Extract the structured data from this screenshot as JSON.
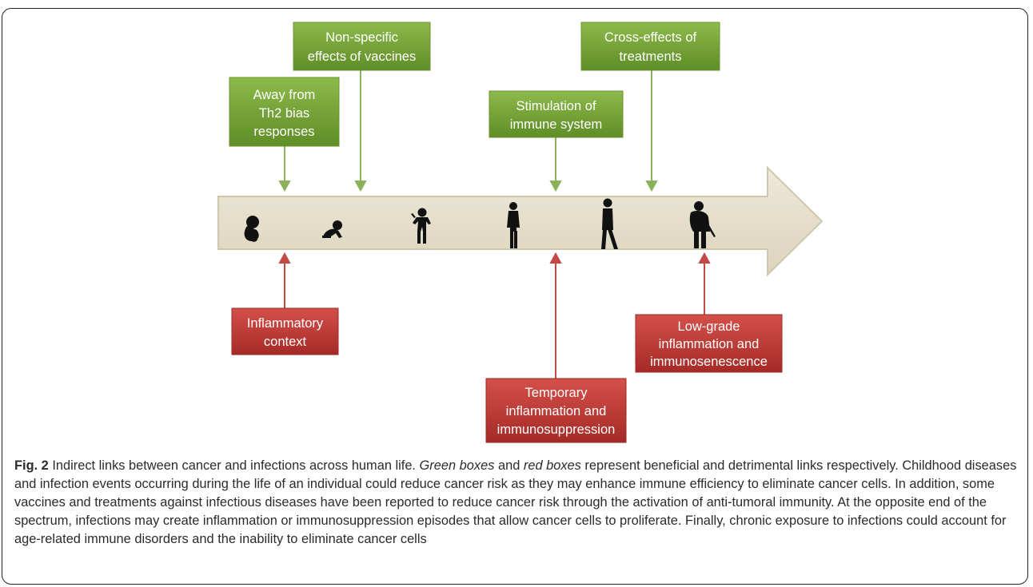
{
  "diagram": {
    "timeline_stages": [
      "fetus",
      "crawling-baby",
      "toddler",
      "child",
      "adult",
      "elderly"
    ],
    "colors": {
      "beneficial": "#7aa53a",
      "detrimental": "#c33b36",
      "arrow_body": "#e3ddc9",
      "arrow_border": "#cfc7ad"
    },
    "beneficial_boxes": [
      {
        "lines": [
          "Away from",
          "Th2 bias",
          "responses"
        ]
      },
      {
        "lines": [
          "Non-specific",
          "effects of vaccines"
        ]
      },
      {
        "lines": [
          "Stimulation of",
          "immune system"
        ]
      },
      {
        "lines": [
          "Cross-effects of",
          "treatments"
        ]
      }
    ],
    "detrimental_boxes": [
      {
        "lines": [
          "Inflammatory",
          "context"
        ]
      },
      {
        "lines": [
          "Temporary",
          "inflammation and",
          "immunosuppression"
        ]
      },
      {
        "lines": [
          "Low-grade",
          "inflammation and",
          "immunosenescence"
        ]
      }
    ]
  },
  "caption": {
    "label": "Fig. 2",
    "title": " Indirect links between cancer and infections across human life. ",
    "green_term": "Green boxes",
    "and": " and ",
    "red_term": "red boxes",
    "text": " represent beneficial and detrimental links respectively. Childhood diseases and infection events occurring during the life of an individual could reduce cancer risk as they may enhance immune efficiency to eliminate cancer cells. In addition, some vaccines and treatments against infectious diseases have been reported to reduce cancer risk through the activation of anti-tumoral immunity. At the opposite end of the spectrum, infections may create inflammation or immunosuppression episodes that allow cancer cells to proliferate. Finally, chronic exposure to infections could account for age-related immune disorders and the inability to eliminate cancer cells"
  }
}
